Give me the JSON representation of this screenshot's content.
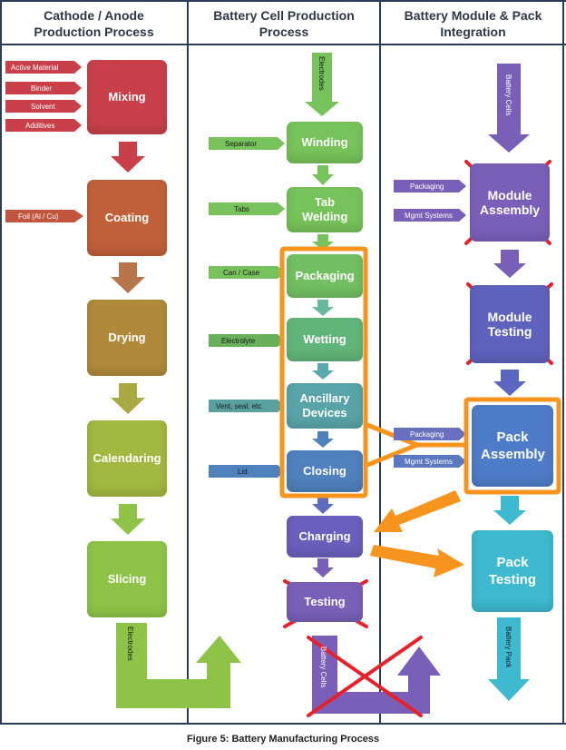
{
  "columns": [
    {
      "title": "Cathode / Anode\nProduction Process"
    },
    {
      "title": "Battery Cell Production\nProcess"
    },
    {
      "title": "Battery Module & Pack\nIntegration"
    }
  ],
  "cathode": {
    "inputs_mixing": [
      "Active Material",
      "Binder",
      "Solvent",
      "Additives"
    ],
    "input_coating": "Foil (Al / Cu)",
    "steps": [
      "Mixing",
      "Coating",
      "Drying",
      "Calendaring",
      "Slicing"
    ],
    "output_label": "Electrodes"
  },
  "cell": {
    "top_label": "Electrodes",
    "inputs": [
      "Separator",
      "Tabs",
      "Can / Case",
      "Electrolyte",
      "Vent, seal, etc.",
      "Lid"
    ],
    "steps": [
      "Winding",
      "Tab Welding",
      "Packaging",
      "Wetting",
      "Ancillary Devices",
      "Closing",
      "Charging",
      "Testing"
    ],
    "output_label": "Battery Cells"
  },
  "module": {
    "top_label": "Battery Cells",
    "inputs_module": [
      "Packaging",
      "Mgmt Systems"
    ],
    "inputs_pack": [
      "Packaging",
      "Mgmt Systems"
    ],
    "steps": [
      "Module Assembly",
      "Module Testing",
      "Pack Assembly",
      "Pack Testing"
    ],
    "output_label": "Battery Pack"
  },
  "caption": "Figure 5: Battery Manufacturing Process",
  "colors": {
    "red": "#c9404a",
    "orange_brown": "#c0603a",
    "olive": "#b08a3a",
    "yellow_green": "#a3b840",
    "green": "#73c158",
    "blue": "#4f81bd",
    "purple": "#7a5fb8",
    "cyan": "#3fb9cf",
    "highlight": "#f7941d",
    "cross": "#e8202a"
  }
}
